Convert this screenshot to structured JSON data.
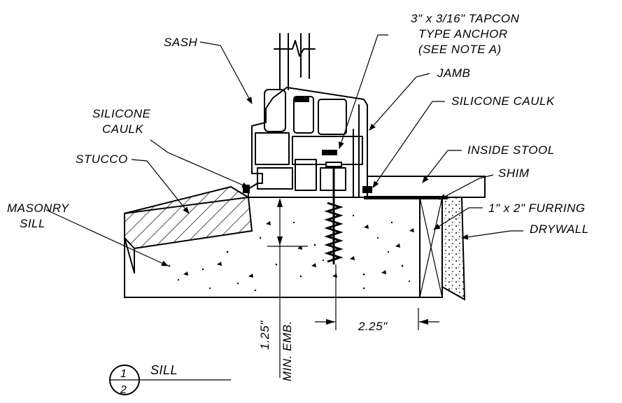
{
  "labels": {
    "anchor_line1": "3\" x 3/16\" TAPCON",
    "anchor_line2": "TYPE ANCHOR",
    "anchor_line3": "(SEE NOTE A)",
    "sash": "SASH",
    "jamb": "JAMB",
    "silicone_caulk_left_1": "SILICONE",
    "silicone_caulk_left_2": "CAULK",
    "silicone_caulk_right": "SILICONE CAULK",
    "inside_stool": "INSIDE STOOL",
    "stucco": "STUCCO",
    "shim": "SHIM",
    "masonry_sill_1": "MASONRY",
    "masonry_sill_2": "SILL",
    "furring": "1\" x 2\" FURRING",
    "drywall": "DRYWALL"
  },
  "dimensions": {
    "embedment_value": "1.25\"",
    "embedment_note": "MIN. EMB.",
    "edge_distance": "2.25\""
  },
  "detail_tag": {
    "number": "1",
    "sheet": "2",
    "title": "SILL"
  }
}
